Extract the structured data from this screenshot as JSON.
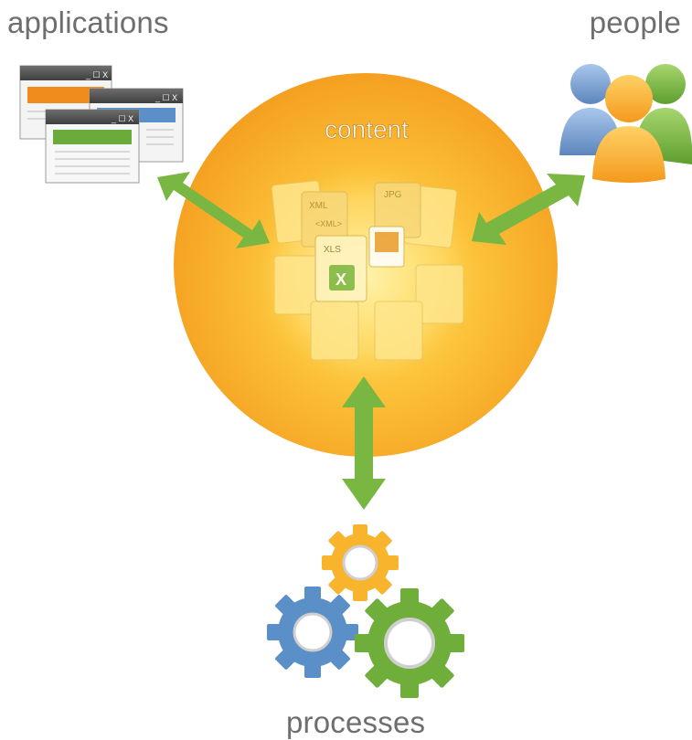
{
  "labels": {
    "applications": "applications",
    "people": "people",
    "processes": "processes",
    "content": "content"
  },
  "window_controls": "_ ☐ X",
  "file_badges": [
    "XML",
    "JPG",
    "XLS",
    "<XML>",
    "X"
  ],
  "colors": {
    "sphere": "#f7a623",
    "sphere_light": "#ffd95a",
    "arrow": "#7ab642",
    "label_gray": "#6e6e6e",
    "gear_yellow": "#f7b42c",
    "gear_blue": "#5b8fc8",
    "gear_green": "#6fae3a",
    "person_blue": "#7aa3d6",
    "person_orange": "#f7a623",
    "person_green": "#7cb84a",
    "window_orange": "#f08c1e",
    "window_blue": "#5b8fc8",
    "window_green": "#6aab3c"
  },
  "icons": [
    "application-window-icon",
    "people-group-icon",
    "gears-icon",
    "document-stack-icon"
  ]
}
